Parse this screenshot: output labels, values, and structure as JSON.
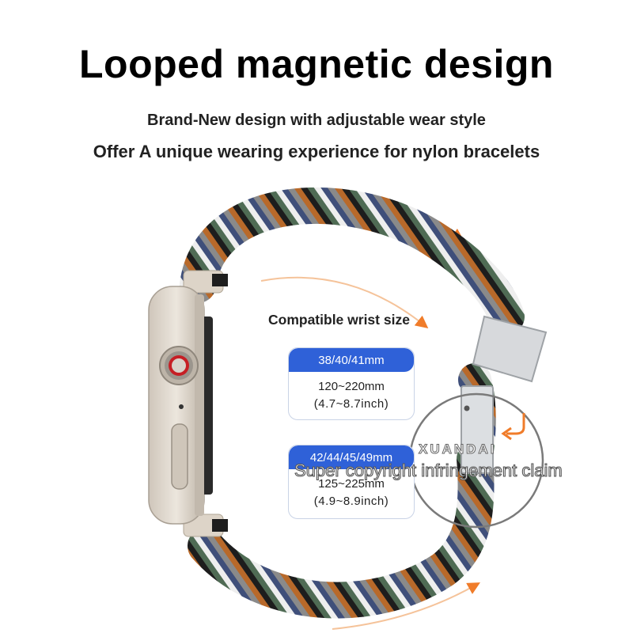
{
  "headline": "Looped magnetic design",
  "subheadline_1": "Brand-New design with adjustable wear style",
  "subheadline_2": "Offer A unique wearing experience for nylon bracelets",
  "compatible_label": "Compatible wrist size",
  "sizes": [
    {
      "case": "38/40/41mm",
      "range": "120~220mm",
      "range_inch": "(4.7~8.7inch)"
    },
    {
      "case": "42/44/45/49mm",
      "range": "125~225mm",
      "range_inch": "(4.9~8.9inch)"
    }
  ],
  "watermark": {
    "brand": "XUANDAI",
    "claim": "Super copyright infringement claim"
  },
  "colors": {
    "accent": "#2f61d8",
    "arrow": "#f07c2a",
    "band": [
      "#b8692a",
      "#1d1d1d",
      "#4f6b54",
      "#eeeeee",
      "#3f4f7a",
      "#8a8a8a"
    ]
  }
}
